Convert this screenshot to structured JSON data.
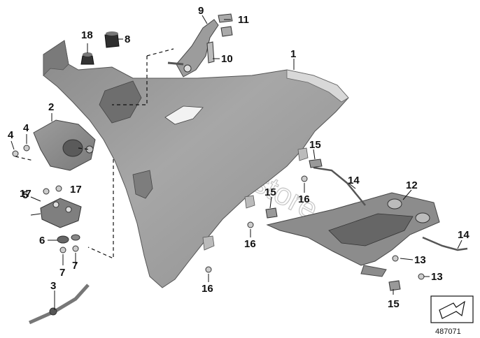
{
  "watermark": "www.BMWstore.pl",
  "diagram_number": "487071",
  "part_labels": {
    "p1": "1",
    "p2": "2",
    "p3": "3",
    "p4a": "4",
    "p4b": "4",
    "p5": "5",
    "p6": "6",
    "p7a": "7",
    "p7b": "7",
    "p8": "8",
    "p9": "9",
    "p10": "10",
    "p11": "11",
    "p12": "12",
    "p13a": "13",
    "p13b": "13",
    "p14a": "14",
    "p14b": "14",
    "p15a": "15",
    "p15b": "15",
    "p15c": "15",
    "p16a": "16",
    "p16b": "16",
    "p16c": "16",
    "p17a": "17",
    "p17b": "17",
    "p18": "18"
  }
}
